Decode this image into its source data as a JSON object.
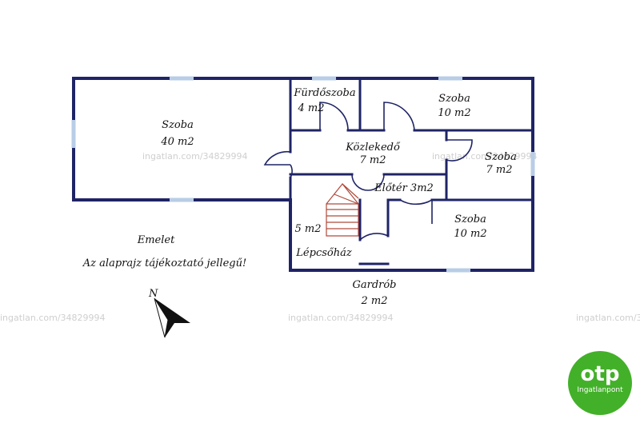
{
  "rooms": {
    "szoba_large": {
      "name": "Szoba",
      "area": "40 m2"
    },
    "furdoszoba": {
      "name": "Fürdőszoba",
      "area": "4 m2"
    },
    "szoba_top": {
      "name": "Szoba",
      "area": "10 m2"
    },
    "kozlekedo": {
      "name": "Közlekedő",
      "area": "7 m2"
    },
    "szoba_small": {
      "name": "Szoba",
      "area": "7 m2"
    },
    "eloter": {
      "name": "Előtér 3m2"
    },
    "lepcsohaz": {
      "area": "5 m2",
      "name": "Lépcsőház"
    },
    "szoba_bottom": {
      "name": "Szoba",
      "area": "10 m2"
    },
    "gardrob": {
      "name": "Gardrób",
      "area": "2 m2"
    }
  },
  "notes": {
    "floor": "Emelet",
    "disclaimer": "Az alaprajz tájékoztató jellegű!"
  },
  "compass": {
    "label": "N"
  },
  "watermark": "ingatlan.com/34829994",
  "logo": {
    "brand": "otp",
    "sub": "Ingatlanpont",
    "color": "#43b02a"
  }
}
